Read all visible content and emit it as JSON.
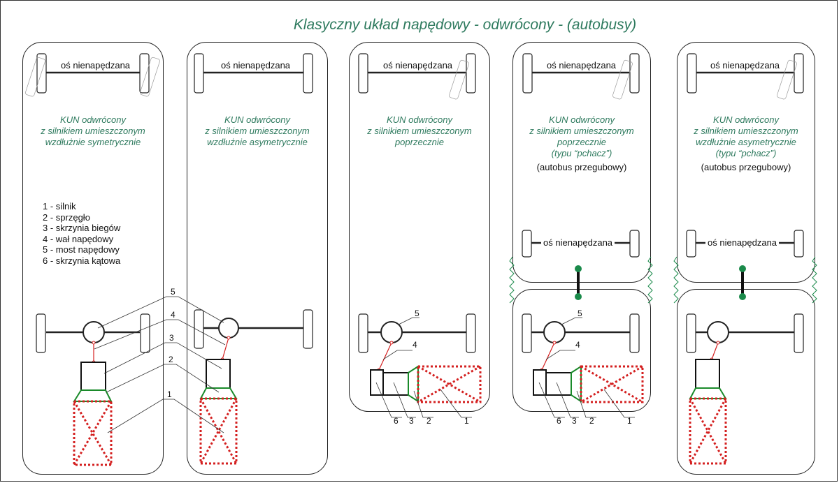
{
  "title": "Klasyczny układ napędowy - odwrócony - (autobusy)",
  "axle_label": "oś nienapędzana",
  "panels": [
    {
      "desc": [
        "KUN odwrócony",
        "z silnikiem umieszczonym",
        "wzdłużnie symetrycznie"
      ],
      "note": ""
    },
    {
      "desc": [
        "KUN odwrócony",
        "z silnikiem umieszczonym",
        "wzdłużnie asymetrycznie"
      ],
      "note": ""
    },
    {
      "desc": [
        "KUN odwrócony",
        "z silnikiem umieszczonym",
        "poprzecznie"
      ],
      "note": ""
    },
    {
      "desc": [
        "KUN odwrócony",
        "z silnikiem umieszczonym",
        "poprzecznie",
        "(typu “pchacz”)"
      ],
      "note": "(autobus przegubowy)"
    },
    {
      "desc": [
        "KUN odwrócony",
        "z silnikiem umieszczonym",
        "wzdłużnie asymetrycznie",
        "(typu “pchacz”)"
      ],
      "note": "(autobus przegubowy)"
    }
  ],
  "legend": [
    "1 - silnik",
    "2 - sprzęgło",
    "3 - skrzynia biegów",
    "4 - wał napędowy",
    "5 - most napędowy",
    "6 - skrzynia kątowa"
  ],
  "numbers": {
    "n1": "1",
    "n2": "2",
    "n3": "3",
    "n4": "4",
    "n5": "5",
    "n6": "6"
  },
  "colors": {
    "title": "#2e7a5e",
    "engine": "#d42020",
    "clutch": "#1a8a2a",
    "joint": "#1a8a4a",
    "shaft": "#d42020",
    "outline": "#222222"
  }
}
